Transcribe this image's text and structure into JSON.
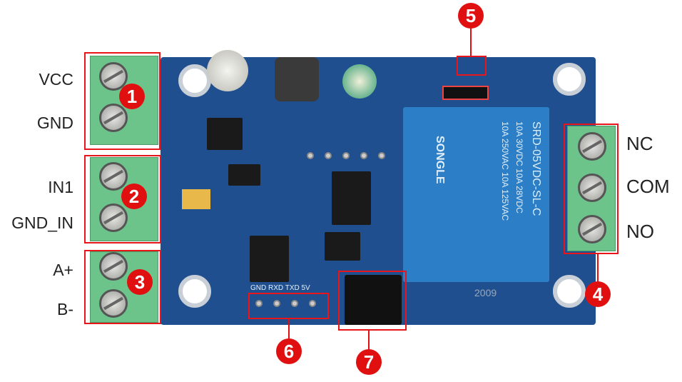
{
  "left_labels": [
    "VCC",
    "GND",
    "IN1",
    "GND_IN",
    "A+",
    "B-"
  ],
  "right_labels": [
    "NC",
    "COM",
    "NO"
  ],
  "callouts": [
    "1",
    "2",
    "3",
    "4",
    "5",
    "6",
    "7"
  ],
  "relay": {
    "brand": "SONGLE",
    "model": "SRD-05VDC-SL-C",
    "rating1": "10A 250VAC 10A 125VAC",
    "rating2": "10A 30VDC 10A 28VDC"
  },
  "header_pins": "GND RXD TXD 5V",
  "board_mark": "2009",
  "colors": {
    "callout": "#e01010",
    "board": "#1f4f8e",
    "relay": "#2c7fc6",
    "terminal": "#6cc48a"
  }
}
